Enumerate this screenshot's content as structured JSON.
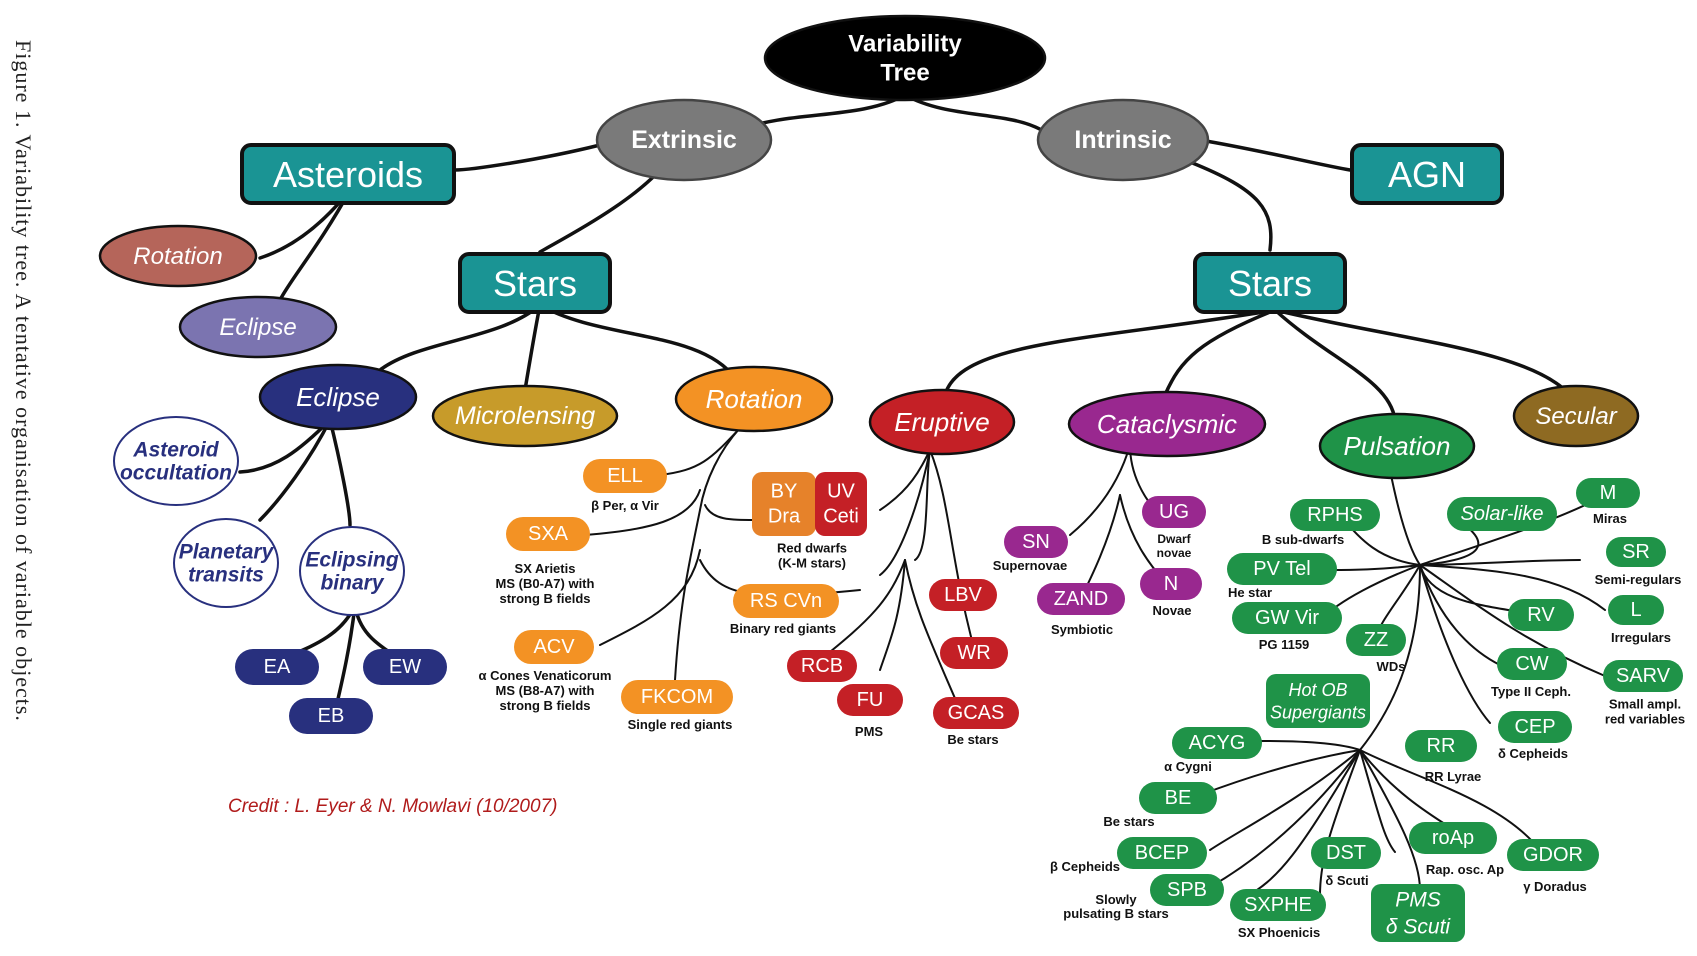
{
  "caption": {
    "figure_label": "Figure 1.",
    "text": "Variability tree.  A tentative organisation of variable objects."
  },
  "credit": "Credit :  L. Eyer & N. Mowlavi  (10/2007)",
  "colors": {
    "root": "#000000",
    "gray": "#7a7a7a",
    "teal": "#1a9494",
    "rotation_asteroid": "#b5655a",
    "eclipse_asteroid": "#7b74b0",
    "navy": "#28307e",
    "microlensing": "#c79b2a",
    "orange": "#f39224",
    "red": "#c42026",
    "purple": "#99288f",
    "green": "#1f9348",
    "secular": "#8e6a22",
    "credit": "#b01b1b"
  },
  "nodes": {
    "root": "Variability Tree",
    "extrinsic": "Extrinsic",
    "intrinsic": "Intrinsic",
    "asteroids": "Asteroids",
    "agn": "AGN",
    "stars_ext": "Stars",
    "stars_int": "Stars",
    "ast_rotation": "Rotation",
    "ast_eclipse": "Eclipse",
    "eclipse": "Eclipse",
    "microlensing": "Microlensing",
    "rotation": "Rotation",
    "asteroid_occultation": "Asteroid occultation",
    "planetary_transits": "Planetary transits",
    "eclipsing_binary": "Eclipsing binary",
    "ea": "EA",
    "ew": "EW",
    "eb": "EB",
    "ell": "ELL",
    "ell_sub": "β Per, α Vir",
    "sxa": "SXA",
    "sxa_sub": "SX Arietis MS (B0-A7) with strong B fields",
    "acv": "ACV",
    "acv_sub": "α Cones Venaticorum MS (B8-A7) with strong B fields",
    "fkcom": "FKCOM",
    "fkcom_sub": "Single red giants",
    "by_dra": "BY Dra",
    "uv_ceti": "UV Ceti",
    "red_dwarfs_sub": "Red dwarfs (K-M stars)",
    "rs_cvn": "RS CVn",
    "rs_cvn_sub": "Binary red giants",
    "eruptive": "Eruptive",
    "cataclysmic": "Cataclysmic",
    "pulsation": "Pulsation",
    "secular": "Secular",
    "lbv": "LBV",
    "wr": "WR",
    "rcb": "RCB",
    "fu": "FU",
    "fu_sub": "PMS",
    "gcas": "GCAS",
    "gcas_sub": "Be stars",
    "sn": "SN",
    "sn_sub": "Supernovae",
    "ug": "UG",
    "ug_sub": "Dwarf novae",
    "zand": "ZAND",
    "zand_sub": "Symbiotic",
    "n": "N",
    "n_sub": "Novae",
    "rphs": "RPHS",
    "rphs_sub": "B sub-dwarfs",
    "solar_like": "Solar-like",
    "pv_tel": "PV Tel",
    "pv_tel_sub": "He star",
    "gw_vir": "GW Vir",
    "gw_vir_sub": "PG 1159",
    "zz": "ZZ",
    "zz_sub": "WDs",
    "m": "M",
    "m_sub": "Miras",
    "sr": "SR",
    "sr_sub": "Semi-regulars",
    "l": "L",
    "l_sub": "Irregulars",
    "sarv": "SARV",
    "sarv_sub": "Small ampl. red variables",
    "rv": "RV",
    "cw": "CW",
    "cw_sub": "Type II Ceph.",
    "cep": "CEP",
    "cep_sub": "δ Cepheids",
    "rr": "RR",
    "rr_sub": "RR Lyrae",
    "hot_ob": "Hot OB Supergiants",
    "acyg": "ACYG",
    "acyg_sub": "α Cygni",
    "be": "BE",
    "be_sub": "Be stars",
    "bcep": "BCEP",
    "bcep_sub": "β Cepheids",
    "spb": "SPB",
    "spb_sub": "Slowly pulsating B stars",
    "sxphe": "SXPHE",
    "sxphe_sub": "SX Phoenicis",
    "dst": "DST",
    "dst_sub": "δ Scuti",
    "pms_dsct": "PMS δ Scuti",
    "roap": "roAp",
    "roap_sub": "Rap. osc. Ap",
    "gdor": "GDOR",
    "gdor_sub": "γ Doradus"
  }
}
